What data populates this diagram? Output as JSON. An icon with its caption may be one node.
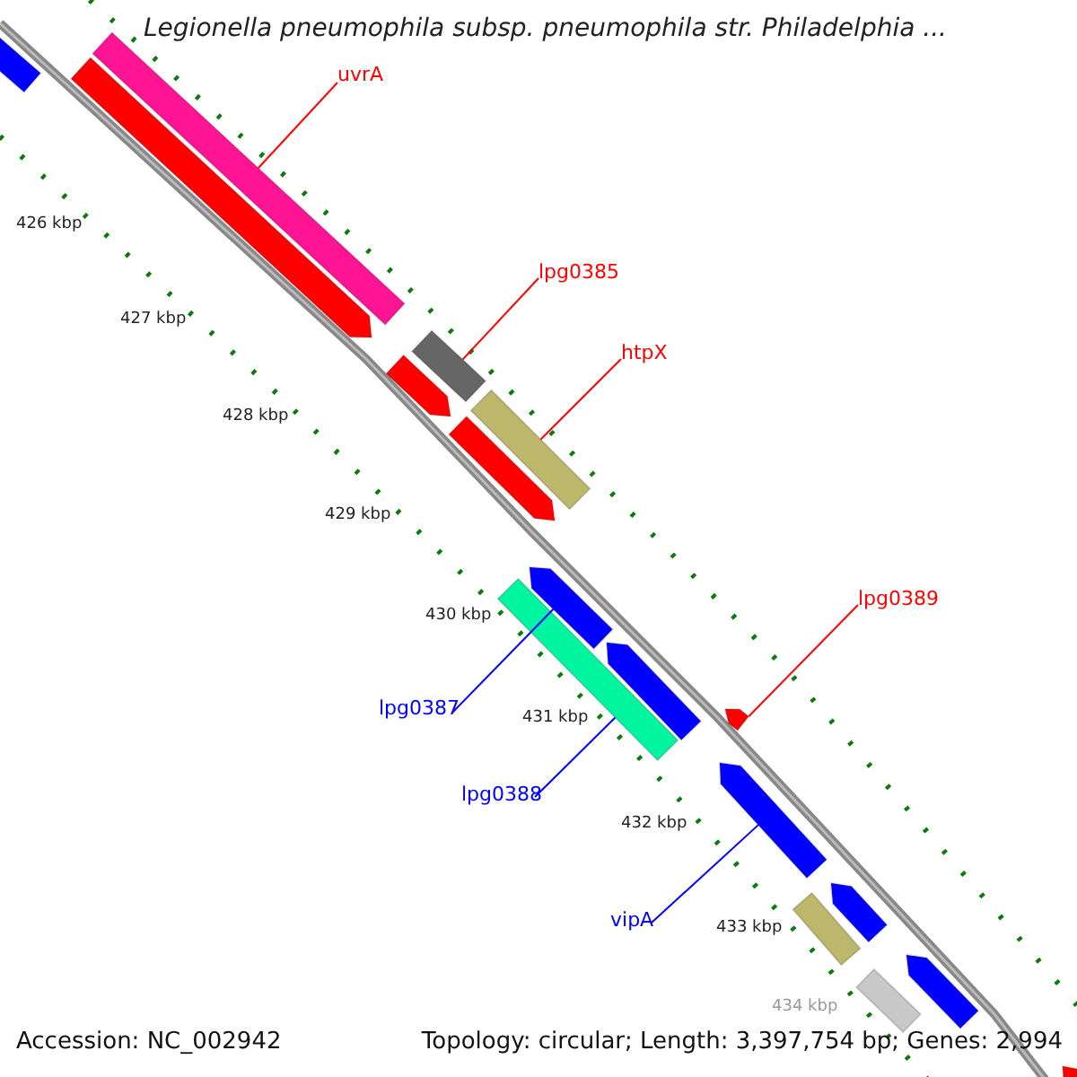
{
  "diagram": {
    "title": "Legionella pneumophila subsp. pneumophila str. Philadelphia ...",
    "nodes": [
      {
        "text": [],
        "shape": "bar"
      },
      {
        "text": [],
        "shape": "bar"
      },
      {
        "text": [],
        "shape": "arrow"
      },
      {
        "text": [],
        "shape": "bar"
      },
      {
        "text": [],
        "shape": "arrow"
      },
      {
        "text": [],
        "shape": "bar"
      },
      {
        "text": [],
        "shape": "arrow"
      },
      {
        "text": [],
        "shape": "arrow"
      },
      {
        "text": [],
        "shape": "bar"
      },
      {
        "text": [],
        "shape": "arrow"
      },
      {
        "text": [],
        "shape": "arrow"
      },
      {
        "text": [],
        "shape": "arrow"
      },
      {
        "text": [],
        "shape": "bar"
      },
      {
        "text": [],
        "shape": "arrow"
      },
      {
        "text": [],
        "shape": "bar"
      },
      {
        "text": [],
        "shape": "arrow"
      },
      {
        "text": [],
        "shape": "arrow"
      },
      {
        "text": [
          "uvrA"
        ]
      },
      {
        "text": [
          "lpg0385"
        ]
      },
      {
        "text": [
          "htpX"
        ]
      },
      {
        "text": [
          "lpg0389"
        ]
      },
      {
        "text": [
          "lpg0387"
        ]
      },
      {
        "text": [
          "lpg0388"
        ]
      },
      {
        "text": [
          "vipA"
        ]
      }
    ],
    "edges": [
      {
        "from": 17,
        "to": 1,
        "arrow": "none"
      },
      {
        "from": 18,
        "to": 3,
        "arrow": "none"
      },
      {
        "from": 19,
        "to": 5,
        "arrow": "none"
      },
      {
        "from": 20,
        "to": 10,
        "arrow": "none"
      },
      {
        "from": 21,
        "to": 7,
        "arrow": "none",
        "color": "#0000ff"
      },
      {
        "from": 22,
        "to": 8,
        "arrow": "none",
        "color": "#0000ff"
      },
      {
        "from": 23,
        "to": 11,
        "arrow": "none",
        "color": "#0000ff"
      }
    ],
    "labels": [
      "426 kbp",
      "427 kbp",
      "428 kbp",
      "429 kbp",
      "430 kbp",
      "431 kbp",
      "432 kbp",
      "433 kbp",
      "434 kbp",
      "Accession: NC_002942",
      "Topology: circular; Length: 3,397,754 bp; Genes: 2,994"
    ]
  }
}
